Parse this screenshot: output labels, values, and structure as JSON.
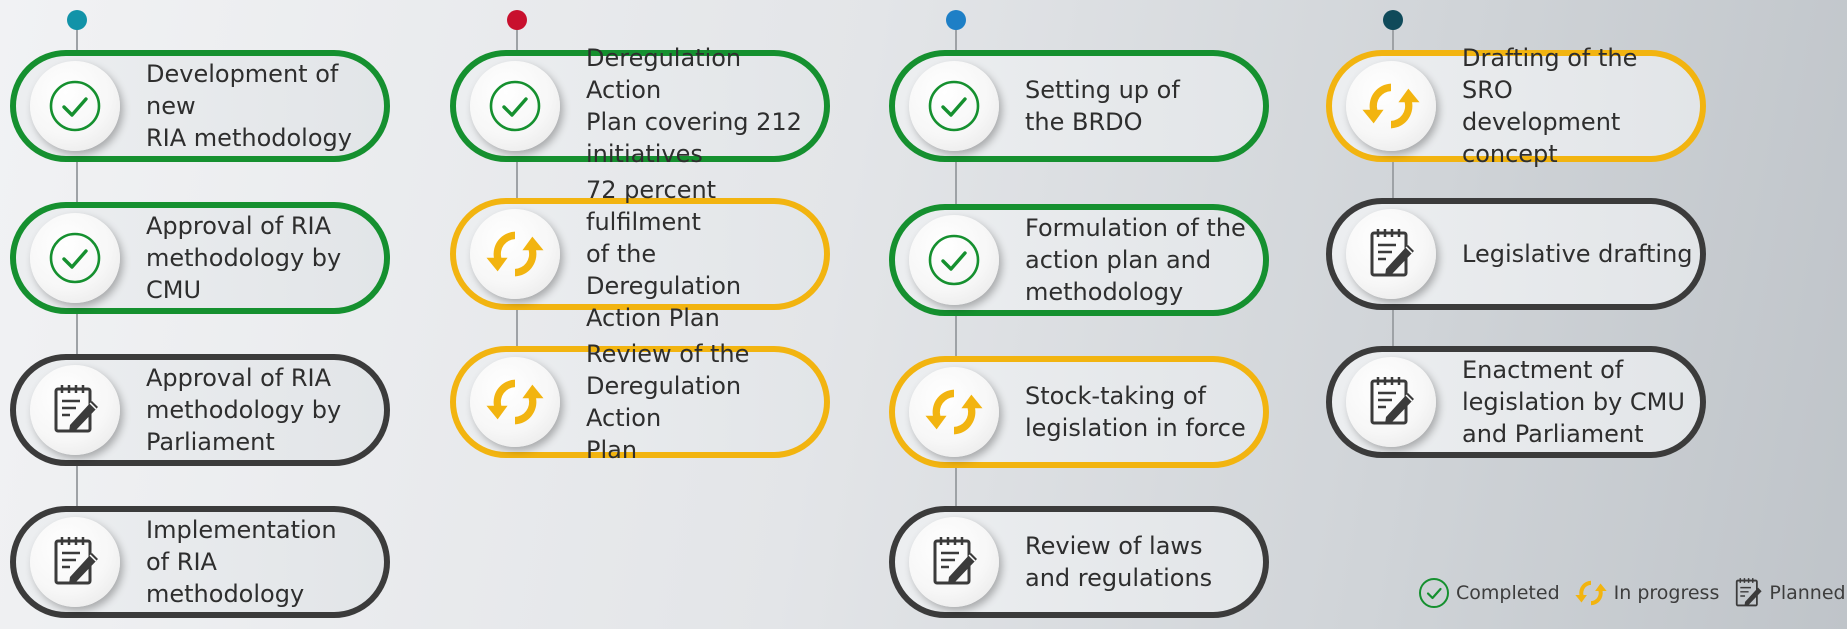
{
  "colors": {
    "completed": "#15902f",
    "in_progress": "#f2b410",
    "planned": "#3b3b3b",
    "col1_dot": "#1293a8",
    "col2_dot": "#c8102e",
    "col3_dot": "#1e7fc6",
    "col4_dot": "#0f4a5a"
  },
  "columns": [
    {
      "dot_color": "#1293a8",
      "items": [
        {
          "status": "completed",
          "icon": "check-icon",
          "text": "Development of new\nRIA methodology"
        },
        {
          "status": "completed",
          "icon": "check-icon",
          "text": "Approval of RIA\nmethodology by CMU"
        },
        {
          "status": "planned",
          "icon": "notepad-pencil-icon",
          "text": "Approval of RIA\nmethodology by\nParliament"
        },
        {
          "status": "planned",
          "icon": "notepad-pencil-icon",
          "text": "Implementation\nof RIA methodology"
        }
      ]
    },
    {
      "dot_color": "#c8102e",
      "items": [
        {
          "status": "completed",
          "icon": "check-icon",
          "text": "Deregulation Action\nPlan covering 212\ninitiatives"
        },
        {
          "status": "in_progress",
          "icon": "refresh-arrows-icon",
          "text": "72 percent fulfilment\nof the Deregulation\nAction Plan"
        },
        {
          "status": "in_progress",
          "icon": "refresh-arrows-icon",
          "text": "Review of the\nDeregulation Action\nPlan"
        }
      ]
    },
    {
      "dot_color": "#1e7fc6",
      "items": [
        {
          "status": "completed",
          "icon": "check-icon",
          "text": "Setting up of\nthe BRDO"
        },
        {
          "status": "completed",
          "icon": "check-icon",
          "text": "Formulation of the\naction plan and\nmethodology"
        },
        {
          "status": "in_progress",
          "icon": "refresh-arrows-icon",
          "text": "Stock-taking of\nlegislation in force"
        },
        {
          "status": "planned",
          "icon": "notepad-pencil-icon",
          "text": "Review of laws\nand regulations"
        }
      ]
    },
    {
      "dot_color": "#0f4a5a",
      "items": [
        {
          "status": "in_progress",
          "icon": "refresh-arrows-icon",
          "text": "Drafting of the SRO\ndevelopment concept"
        },
        {
          "status": "planned",
          "icon": "notepad-pencil-icon",
          "text": "Legislative drafting"
        },
        {
          "status": "planned",
          "icon": "notepad-pencil-icon",
          "text": "Enactment of\nlegislation by CMU\nand Parliament"
        }
      ]
    }
  ],
  "legend": {
    "completed": "Completed",
    "in_progress": "In progress",
    "planned": "Planned"
  }
}
